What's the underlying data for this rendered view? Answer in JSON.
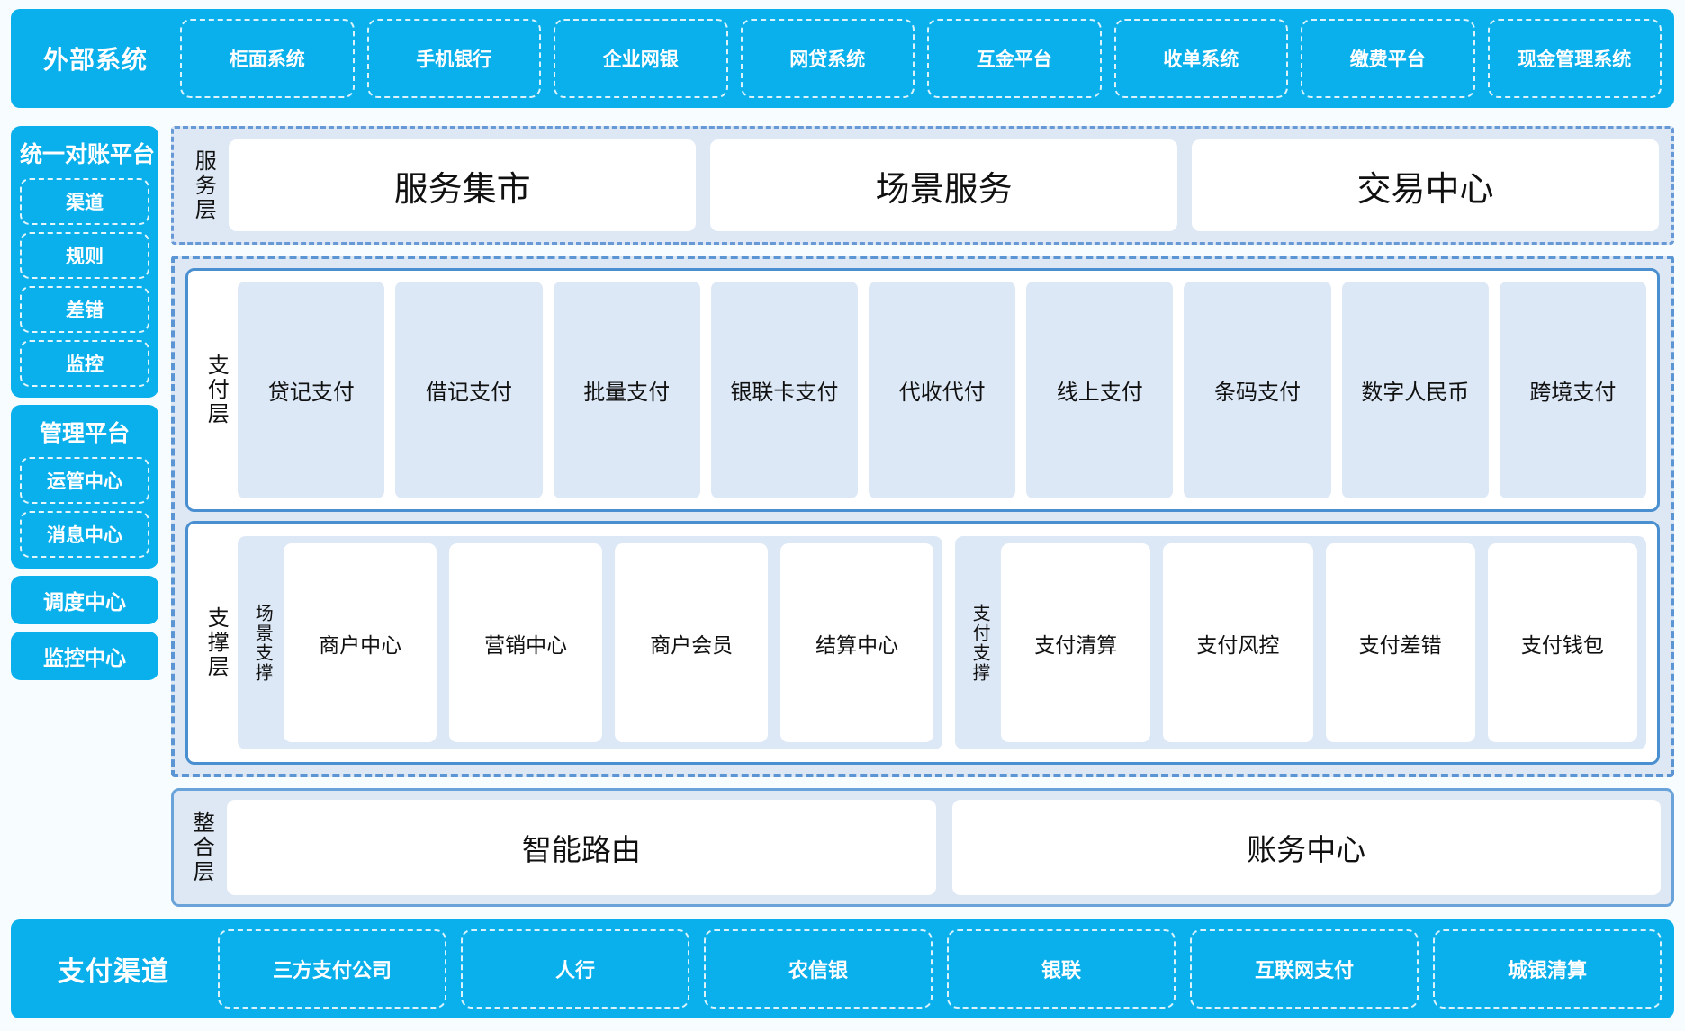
{
  "colors": {
    "brand_cyan": "#0ab0ec",
    "band_fill": "#dee8f5",
    "band_border": "#5b95d4",
    "panel_border": "#4a8fd0",
    "chip_fill": "#dde8f6",
    "page_bg": "#f7fcff"
  },
  "external": {
    "title": "外部系统",
    "items": [
      "柜面系统",
      "手机银行",
      "企业网银",
      "网贷系统",
      "互金平台",
      "收单系统",
      "缴费平台",
      "现金管理系统"
    ]
  },
  "rail": {
    "reconciliation": {
      "title": "统一对账平台",
      "items": [
        "渠道",
        "规则",
        "差错",
        "监控"
      ]
    },
    "management": {
      "title": "管理平台",
      "items": [
        "运管中心",
        "消息中心"
      ]
    },
    "standalone": [
      "调度中心",
      "监控中心"
    ]
  },
  "service_layer": {
    "label": "服务层",
    "cards": [
      "服务集市",
      "场景服务",
      "交易中心"
    ]
  },
  "payment_layer": {
    "label": "支付层",
    "items": [
      "贷记支付",
      "借记支付",
      "批量支付",
      "银联卡支付",
      "代收代付",
      "线上支付",
      "条码支付",
      "数字人民币",
      "跨境支付"
    ]
  },
  "support_layer": {
    "label": "支撑层",
    "groups": [
      {
        "label": "场景支撑",
        "items": [
          "商户中心",
          "营销中心",
          "商户会员",
          "结算中心"
        ]
      },
      {
        "label": "支付支撑",
        "items": [
          "支付清算",
          "支付风控",
          "支付差错",
          "支付钱包"
        ]
      }
    ]
  },
  "integration_layer": {
    "label": "整合层",
    "cards": [
      "智能路由",
      "账务中心"
    ]
  },
  "channels": {
    "title": "支付渠道",
    "items": [
      "三方支付公司",
      "人行",
      "农信银",
      "银联",
      "互联网支付",
      "城银清算"
    ]
  }
}
